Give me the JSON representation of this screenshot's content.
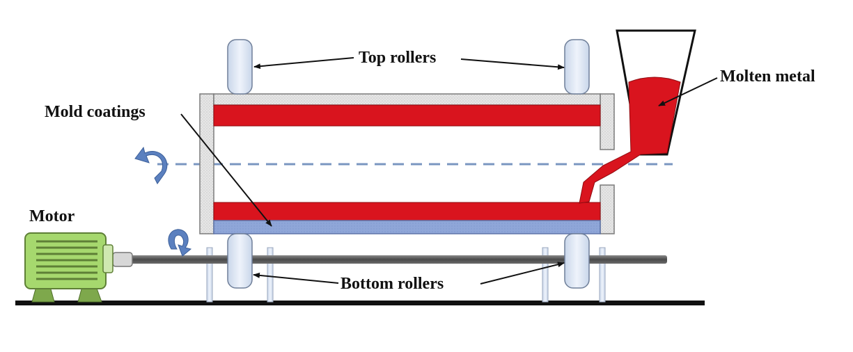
{
  "labels": {
    "top_rollers": "Top rollers",
    "mold_coatings": "Mold coatings",
    "molten_metal": "Molten metal",
    "motor": "Motor",
    "bottom_rollers": "Bottom rollers"
  },
  "colors": {
    "molten_metal": "#d9141e",
    "mold_wall": "#e3e3e3",
    "coating": "#8fa6d8",
    "roller": "#dde8f6",
    "motor": "#a6d86e",
    "shaft": "#555555",
    "axis_dash": "#7a96c0",
    "rotation_arrow": "#5b80bf",
    "ground": "#111111"
  },
  "icons": {
    "rotation_arrow_left": "rotation-arrow-icon",
    "rotation_arrow_shaft": "rotation-arrow-icon"
  }
}
